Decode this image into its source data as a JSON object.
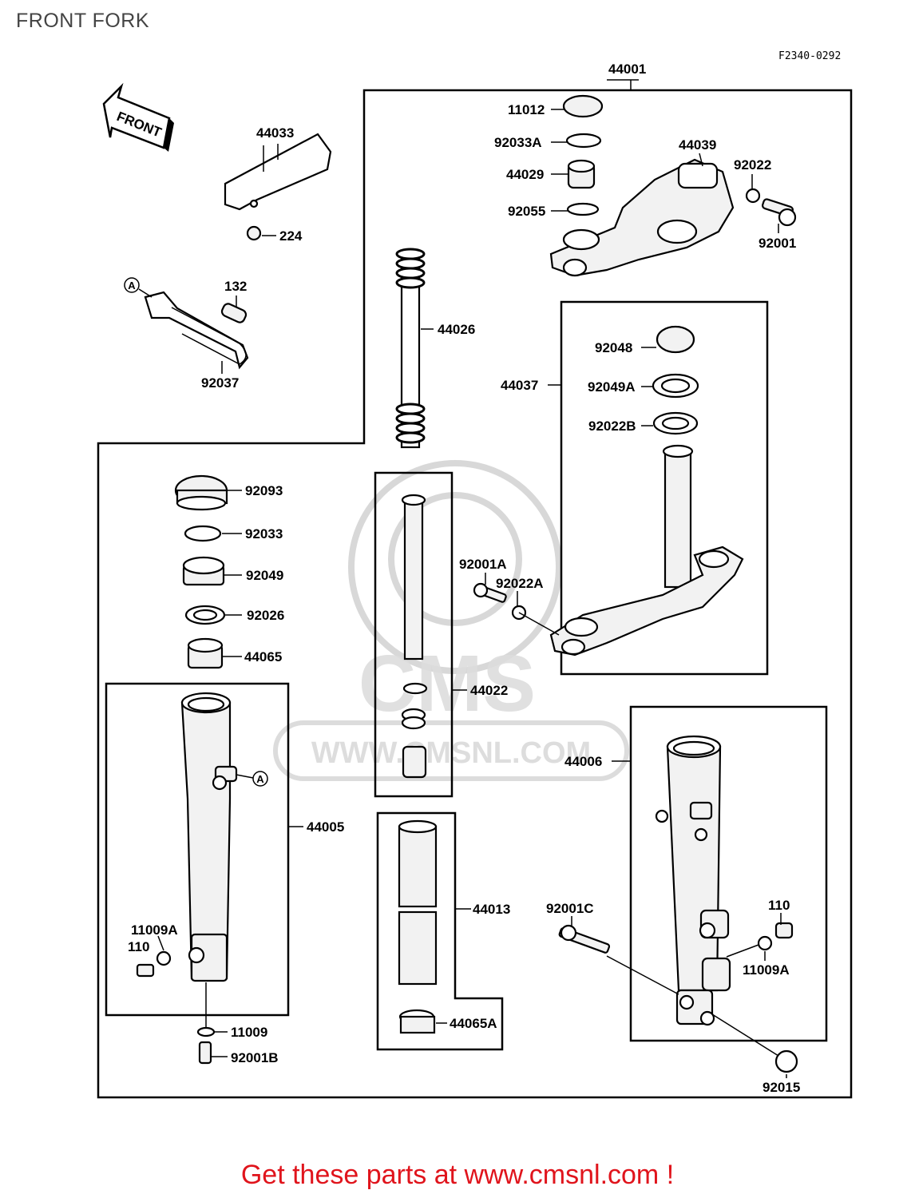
{
  "title": "FRONT FORK",
  "drawing_code": "F2340-0292",
  "footer": "Get these parts at www.cmsnl.com !",
  "watermark": "WWW.CMSNL.COM",
  "watermark_logo": "CMS",
  "front_arrow": "FRONT",
  "marker_a": "A",
  "labels": {
    "p44001": "44001",
    "p11012": "11012",
    "p92033A": "92033A",
    "p44029": "44029",
    "p92055": "92055",
    "p44039": "44039",
    "p92022": "92022",
    "p92001": "92001",
    "p44033": "44033",
    "p224": "224",
    "p132": "132",
    "p92037": "92037",
    "p44026": "44026",
    "p44037": "44037",
    "p92048": "92048",
    "p92049A": "92049A",
    "p92022B": "92022B",
    "p92093": "92093",
    "p92033": "92033",
    "p92049": "92049",
    "p92026": "92026",
    "p44065": "44065",
    "p92001A": "92001A",
    "p92022A": "92022A",
    "p44022": "44022",
    "p44005": "44005",
    "p44006": "44006",
    "p44013": "44013",
    "p92001C": "92001C",
    "p110a": "110",
    "p11009Aa": "11009A",
    "p11009Ab": "11009A",
    "p110b": "110",
    "p11009": "11009",
    "p92001B": "92001B",
    "p44065A": "44065A",
    "p92015": "92015"
  }
}
